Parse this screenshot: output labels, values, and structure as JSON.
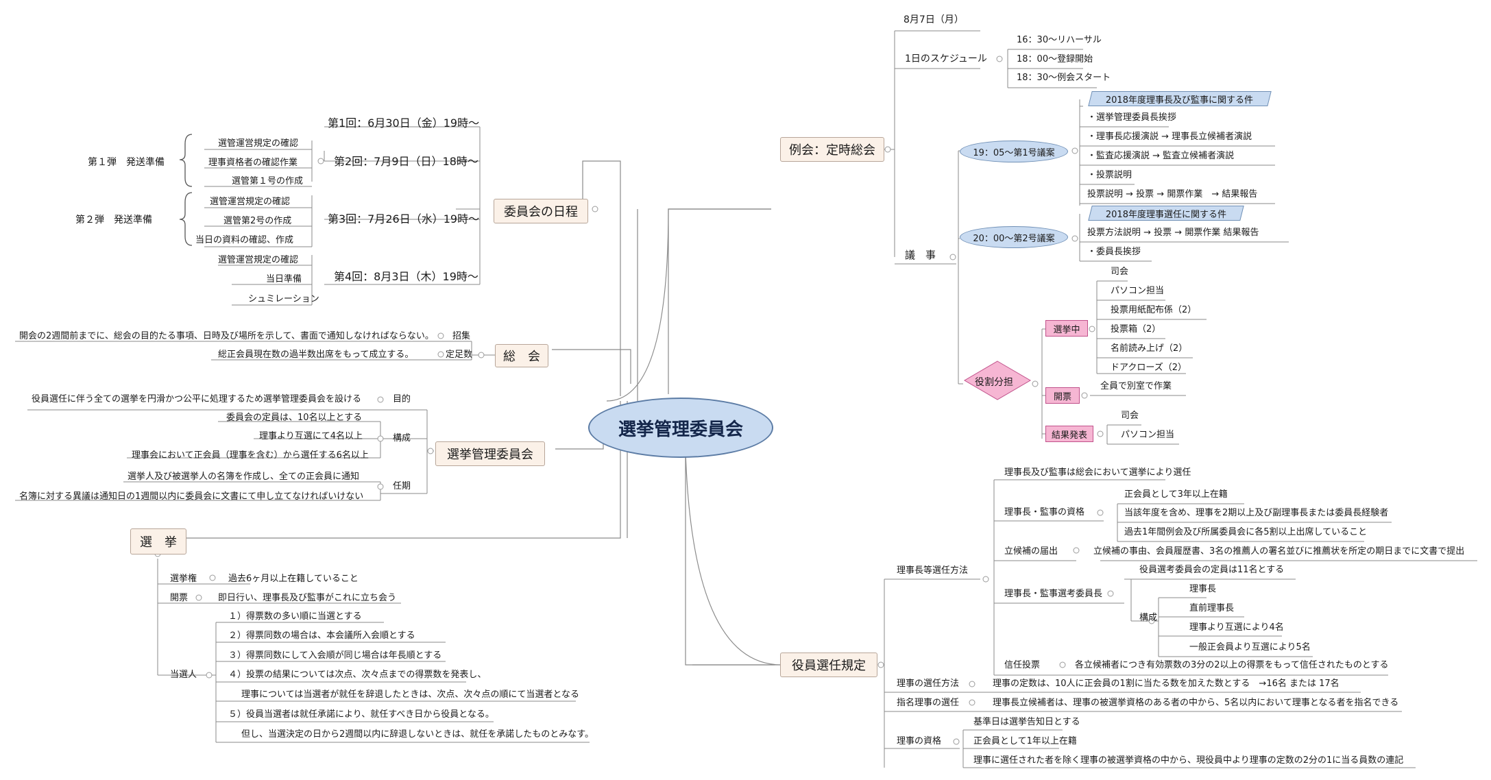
{
  "center": "選挙管理委員会",
  "left": {
    "schedule": {
      "topic": "委員会の日程",
      "rounds": [
        "第1回：6月30日（金）19時～",
        "第2回：7月9日（日）18時～",
        "第3回：7月26日（水）19時～",
        "第4回：8月3日（木）19時～"
      ],
      "round2_items": [
        "選管運営規定の確認",
        "理事資格者の確認作業",
        "選管第１号の作成"
      ],
      "round3_items": [
        "選管運営規定の確認",
        "選管第2号の作成",
        "当日の資料の確認、作成"
      ],
      "round4_items": [
        "選管運営規定の確認",
        "当日準備",
        "シュミレーション"
      ],
      "prep1": "第１弾　発送準備",
      "prep2": "第２弾　発送準備"
    },
    "general": {
      "topic": "総　会",
      "convocation_label": "招集",
      "convocation_text": "開会の2週間前までに、総会の目的たる事項、日時及び場所を示して、書面で通知しなければならない。",
      "quorum_label": "定足数",
      "quorum_text": "総正会員現在数の過半数出席をもって成立する。"
    },
    "committee": {
      "topic": "選挙管理委員会",
      "purpose_label": "目的",
      "purpose_text": "役員選任に伴う全ての選挙を円滑かつ公平に処理するため選挙管理委員会を設ける",
      "composition_label": "構成",
      "composition_items": [
        "委員会の定員は、10名以上とする",
        "理事より互選にて4名以上",
        "理事会において正会員（理事を含む）から選任する6名以上"
      ],
      "duty_label": "任期",
      "duty_items": [
        "選挙人及び被選挙人の名簿を作成し、全ての正会員に通知",
        "名簿に対する異議は通知日の1週間以内に委員会に文書にて申し立てなければいけない"
      ]
    },
    "election": {
      "topic": "選　挙",
      "voting_right_label": "選挙権",
      "voting_right_text": "過去6ヶ月以上在籍していること",
      "counting_label": "開票",
      "counting_text": "即日行い、理事長及び監事がこれに立ち会う",
      "winner_label": "当選人",
      "winner_items": [
        "１）得票数の多い順に当選とする",
        "２）得票同数の場合は、本会議所入会順とする",
        "３）得票同数にして入会順が同じ場合は年長順とする",
        "４）投票の結果については次点、次々点までの得票数を発表し、",
        "理事については当選者が就任を辞退したときは、次点、次々点の順にて当選者となる",
        "５）役員当選者は就任承諾により、就任すべき日から役員となる。",
        "但し、当選決定の日から2週間以内に辞退しないときは、就任を承諾したものとみなす。"
      ]
    }
  },
  "right": {
    "meeting": {
      "topic": "例会：定時総会",
      "date": "8月7日（月）",
      "schedule_label": "1日のスケジュール",
      "schedule_items": [
        "16：30～リハーサル",
        "18：00～登録開始",
        "18：30～例会スタート"
      ],
      "agenda_label": "議　事",
      "agenda1_label": "19：05～第1号議案",
      "agenda1_title": "2018年度理事長及び監事に関する件",
      "agenda1_items": [
        "・選挙管理委員長挨拶",
        "・理事長応援演説 → 理事長立候補者演説",
        "・監査応援演説 → 監査立候補者演説",
        "・投票説明",
        "投票説明 → 投票 → 開票作業　→ 結果報告"
      ],
      "agenda2_label": "20：00～第2号議案",
      "agenda2_title": "2018年度理事選任に関する件",
      "agenda2_items": [
        "投票方法説明 → 投票 → 開票作業 結果報告",
        "・委員長挨拶"
      ],
      "roles_label": "役割分担",
      "during_label": "選挙中",
      "during_items": [
        "司会",
        "パソコン担当",
        "投票用紙配布係（2）",
        "投票箱（2）",
        "名前読み上げ（2）",
        "ドアクローズ（2）"
      ],
      "count_label": "開票",
      "count_text": "全員で別室で作業",
      "result_label": "結果発表",
      "result_items": [
        "司会",
        "パソコン担当"
      ]
    },
    "rules": {
      "topic": "役員選任規定",
      "method_label": "理事長等選任方法",
      "method_text": "理事長及び監事は総会において選挙により選任",
      "qual_label": "理事長・監事の資格",
      "qual_items": [
        "正会員として3年以上在籍",
        "当該年度を含め、理事を2期以上及び副理事長または委員長経験者",
        "過去1年間例会及び所属委員会に各5割以上出席していること"
      ],
      "candidacy_label": "立候補の届出",
      "candidacy_text": "立候補の事由、会員履歴書、3名の推薦人の署名並びに推薦状を所定の期日までに文書で提出",
      "selcom_label": "理事長・監事選考委員長",
      "selcom_text": "役員選考委員会の定員は11名とする",
      "selcom_comp_label": "構成",
      "selcom_comp_items": [
        "理事長",
        "直前理事長",
        "理事より互選により4名",
        "一般正会員より互選により5名"
      ],
      "trust_label": "信任投票",
      "trust_text": "各立候補者につき有効票数の3分の2以上の得票をもって信任されたものとする",
      "director_method_label": "理事の選任方法",
      "director_method_text": "理事の定数は、10人に正会員の1割に当たる数を加えた数とする　→16名 または 17名",
      "designated_label": "指名理事の選任",
      "designated_text": "理事長立候補者は、理事の被選挙資格のある者の中から、5名以内において理事となる者を指名できる",
      "director_qual_label": "理事の資格",
      "director_qual_items": [
        "基準日は選挙告知日とする",
        "正会員として1年以上在籍",
        "理事に選任された者を除く理事の被選挙資格の中から、現役員中より理事の定数の2分の1に当る員数の連記"
      ]
    }
  }
}
